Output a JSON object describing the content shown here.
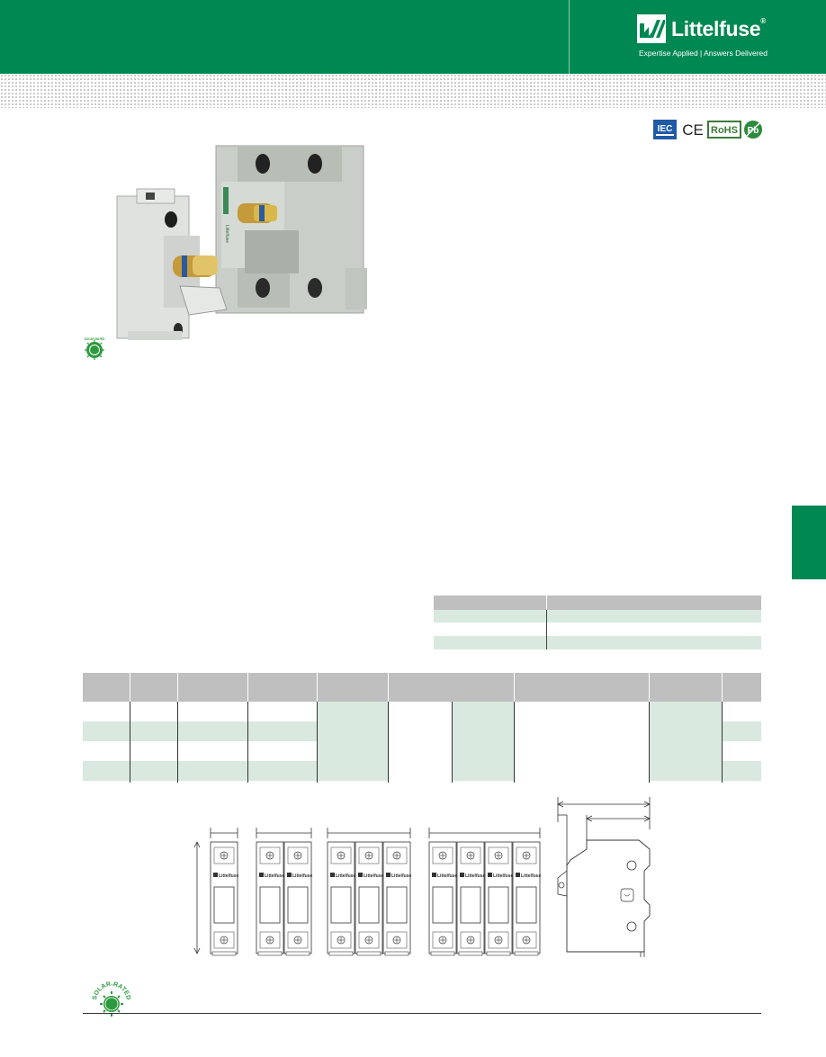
{
  "brand": {
    "name": "Littelfuse",
    "registered": "®",
    "tagline": "Expertise Applied | Answers Delivered",
    "color": "#008852"
  },
  "certifications": [
    {
      "icon": "iec-icon",
      "label": "IEC"
    },
    {
      "icon": "ce-icon",
      "label": "CE"
    },
    {
      "icon": "rohs-icon",
      "label": "RoHS"
    },
    {
      "icon": "pb-free-icon",
      "label": "Pb"
    }
  ],
  "badges": {
    "solar_small": "SOLAR-RATED",
    "solar_large": "SOLAR-RATED"
  },
  "photo": {
    "product_label": "Littelfuse"
  },
  "drawings": {
    "module_label": "Littelfuse"
  }
}
